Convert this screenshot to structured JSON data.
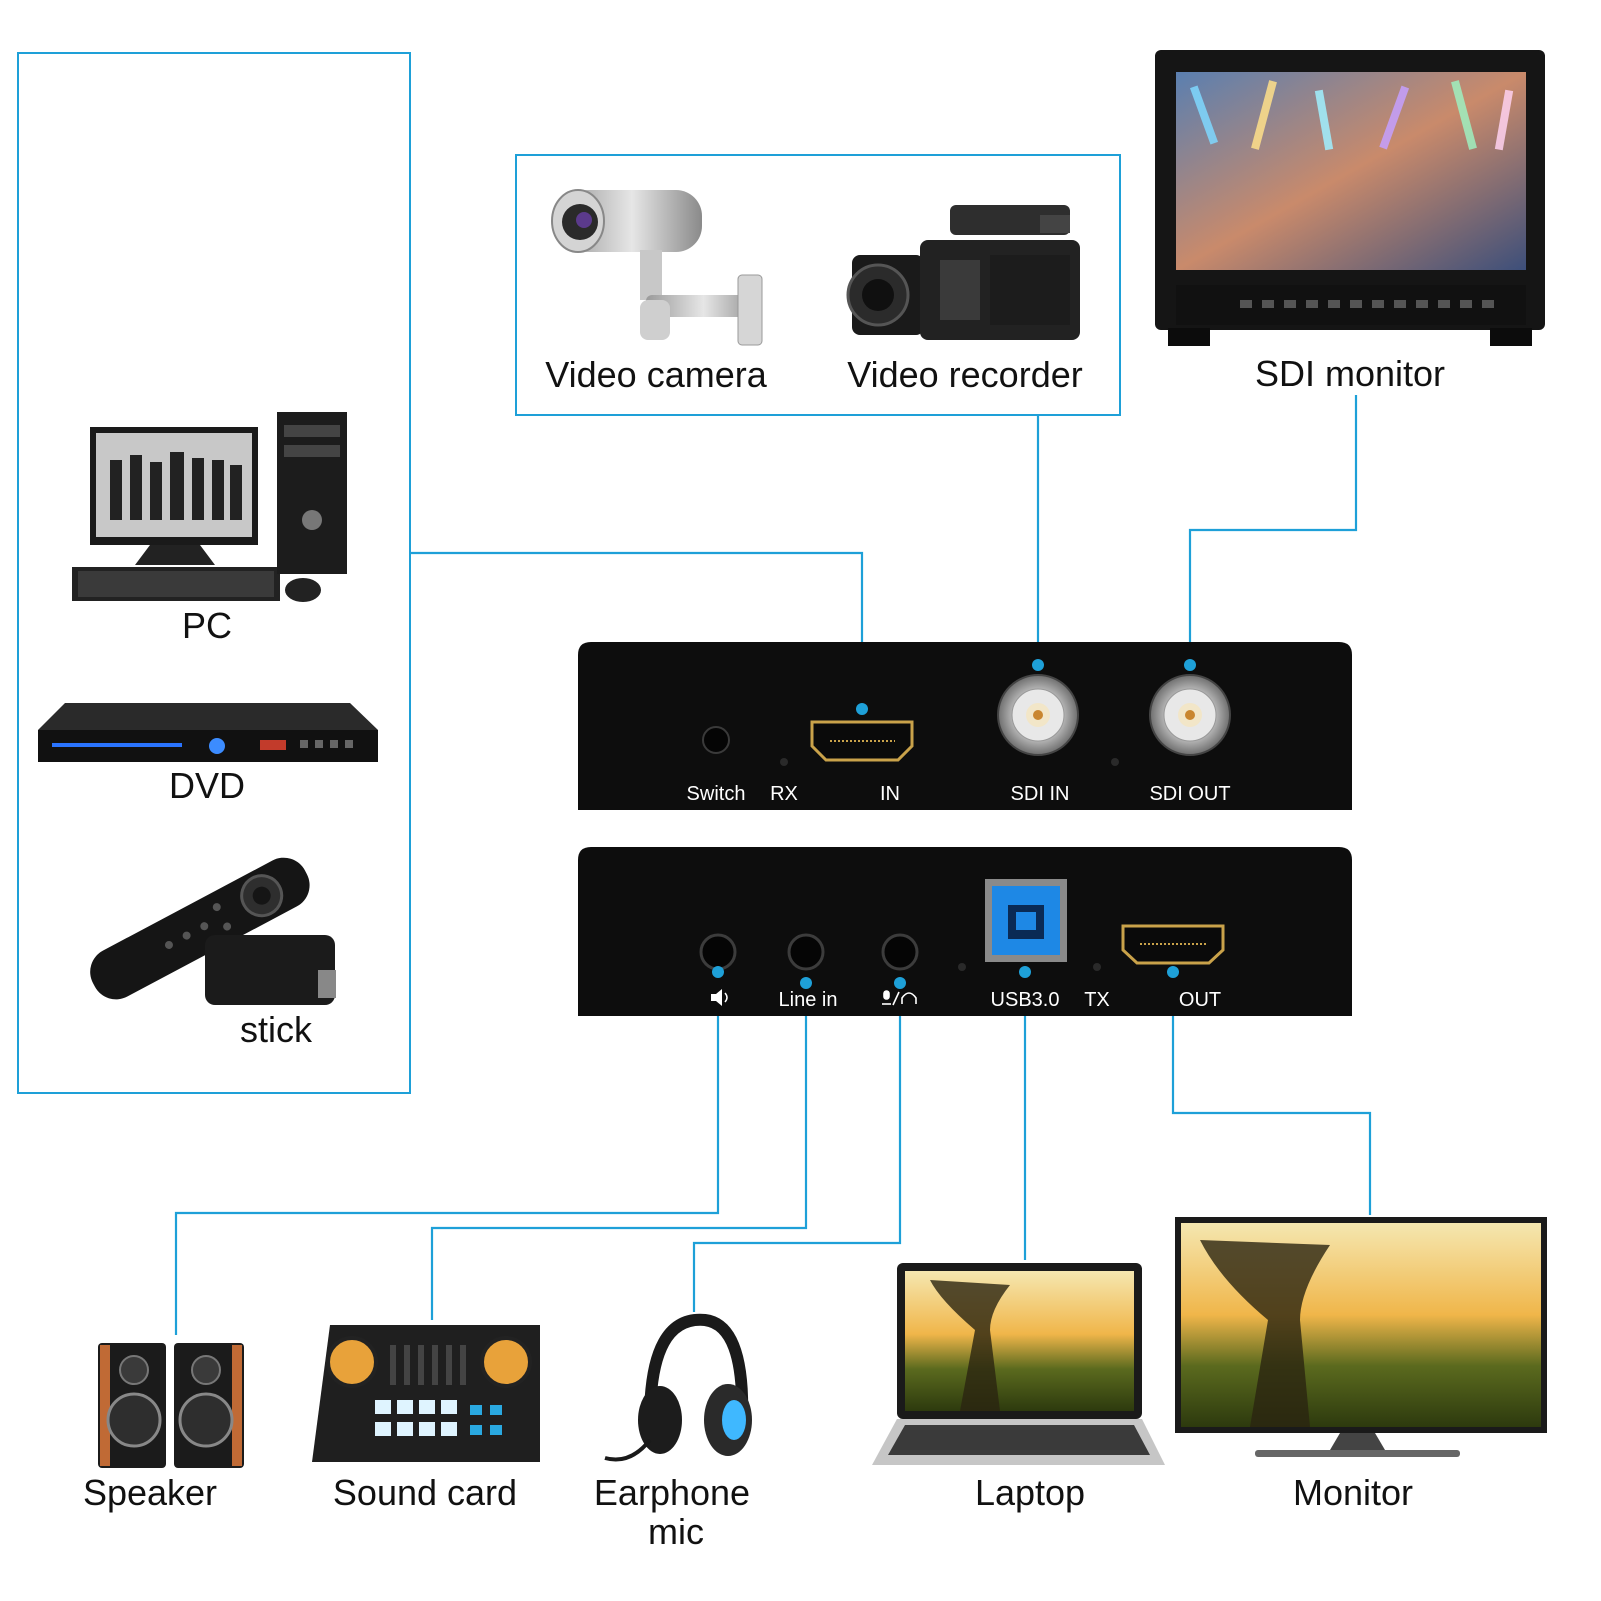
{
  "source_devices": {
    "pc": "PC",
    "dvd": "DVD",
    "stick": "stick"
  },
  "sdi_sources": {
    "video_camera": "Video camera",
    "video_recorder": "Video recorder"
  },
  "sdi_monitor": "SDI monitor",
  "front_panel": {
    "switch": "Switch",
    "rx": "RX",
    "in": "IN",
    "sdi_in": "SDI IN",
    "sdi_out": "SDI OUT"
  },
  "rear_panel": {
    "line_in": "Line in",
    "usb": "USB3.0",
    "tx": "TX",
    "out": "OUT"
  },
  "output_devices": {
    "speaker": "Speaker",
    "sound_card": "Sound card",
    "earphone_line1": "Earphone",
    "earphone_line2": "mic",
    "laptop": "Laptop",
    "monitor": "Monitor"
  },
  "colors": {
    "wire": "#1ea0d8",
    "device_body": "#0d0d0d",
    "hdmi_gold": "#c9a24a",
    "usb_blue": "#1e88e5"
  },
  "icons": {
    "speaker": "speaker-icon",
    "headphone_mic": "headphone-mic-icon"
  }
}
